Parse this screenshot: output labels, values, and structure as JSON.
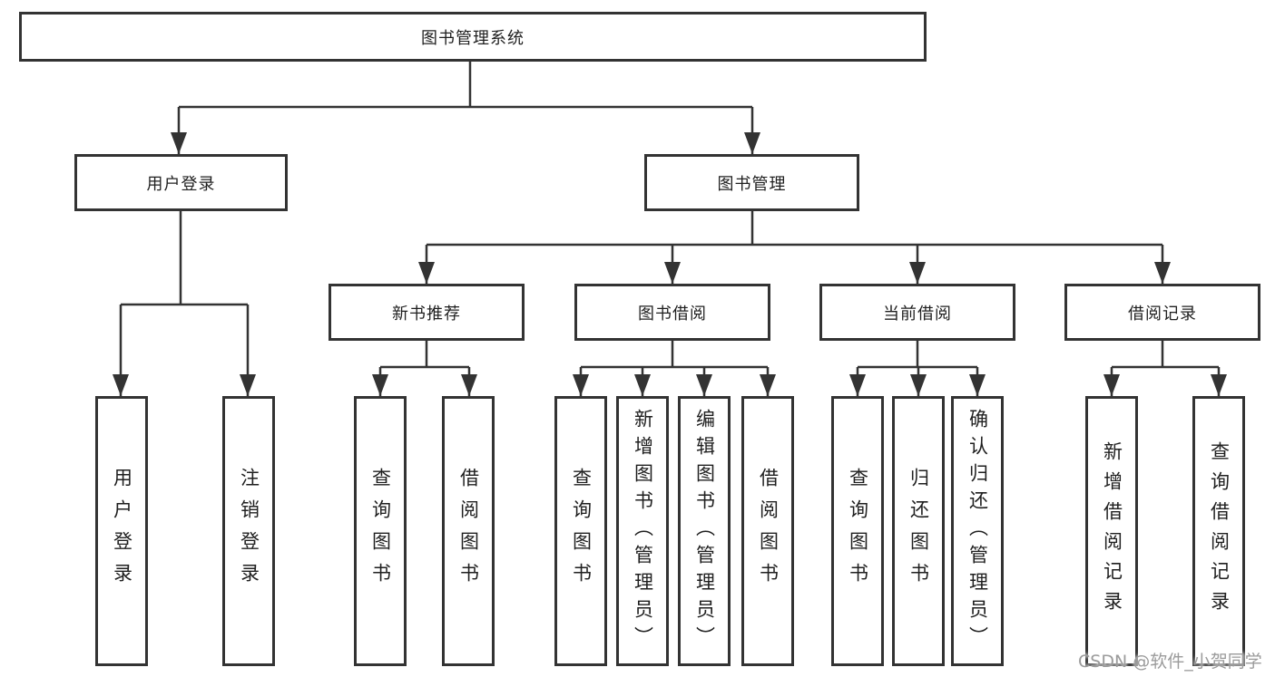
{
  "diagram": {
    "tree": {
      "label": "图书管理系统",
      "children": [
        {
          "label": "用户登录",
          "children": [
            {
              "label": "用户登录"
            },
            {
              "label": "注销登录"
            }
          ]
        },
        {
          "label": "图书管理",
          "children": [
            {
              "label": "新书推荐",
              "children": [
                {
                  "label": "查询图书"
                },
                {
                  "label": "借阅图书"
                }
              ]
            },
            {
              "label": "图书借阅",
              "children": [
                {
                  "label": "查询图书"
                },
                {
                  "label": "新增图书（管理员）"
                },
                {
                  "label": "编辑图书（管理员）"
                },
                {
                  "label": "借阅图书"
                }
              ]
            },
            {
              "label": "当前借阅",
              "children": [
                {
                  "label": "查询图书"
                },
                {
                  "label": "归还图书"
                },
                {
                  "label": "确认归还（管理员）"
                }
              ]
            },
            {
              "label": "借阅记录",
              "children": [
                {
                  "label": "新增借阅记录"
                },
                {
                  "label": "查询借阅记录"
                }
              ]
            }
          ]
        }
      ]
    },
    "colors": {
      "line": "#333333",
      "text": "#1f1f1f",
      "box_background": "#ffffff",
      "watermark": "#9b9b9b"
    }
  },
  "watermark": {
    "text": "CSDN @软件_小贺同学"
  }
}
